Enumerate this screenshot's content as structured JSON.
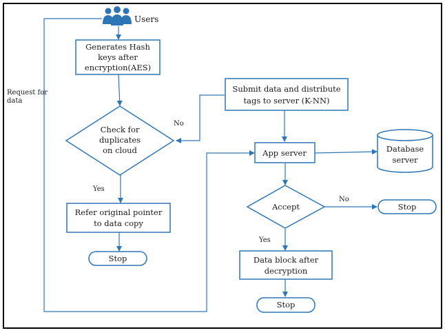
{
  "users": {
    "label": "Users"
  },
  "nodes": {
    "hash": [
      "Generates Hash",
      "keys after",
      "encryption(AES)"
    ],
    "check": [
      "Check for",
      "duplicates",
      "on cloud"
    ],
    "refer": [
      "Refer original pointer",
      "to data copy"
    ],
    "stop_left": "Stop",
    "submit": [
      "Submit data and distribute",
      "tags to server (K-NN)"
    ],
    "app_server": "App server",
    "database": [
      "Database",
      "server"
    ],
    "accept": "Accept",
    "stop_right": "Stop",
    "decrypt": [
      "Data block after",
      "decryption"
    ],
    "stop_bottom": "Stop"
  },
  "edges": {
    "no_check": "No",
    "yes_check": "Yes",
    "no_accept": "No",
    "yes_accept": "Yes",
    "request": [
      "Request for",
      "data"
    ]
  },
  "colors": {
    "stroke": "#2e75b6",
    "text": "#1a1a1a",
    "border": "#000000",
    "icon": "#2e75b6"
  }
}
